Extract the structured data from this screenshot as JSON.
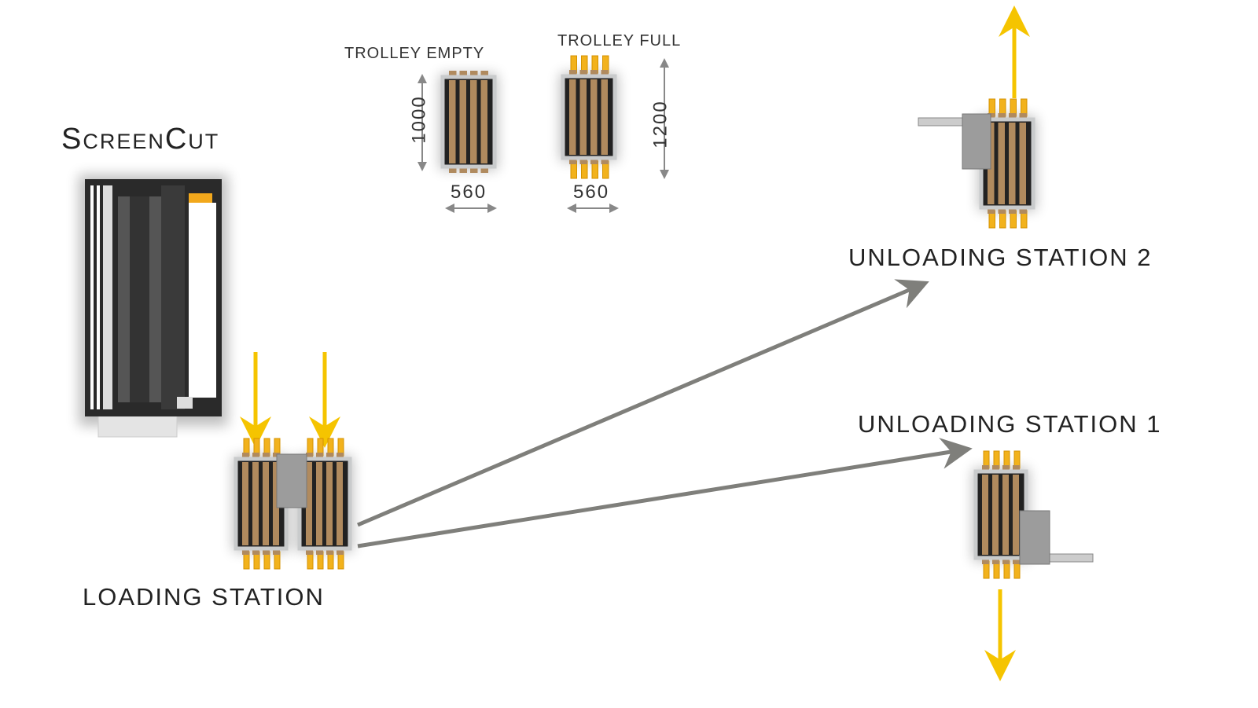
{
  "labels": {
    "machine": "ScreenCut",
    "trolley_empty": "TROLLEY EMPTY",
    "trolley_full": "TROLLEY FULL",
    "loading_station": "LOADING STATION",
    "unloading_station_1": "UNLOADING STATION 1",
    "unloading_station_2": "UNLOADING STATION 2"
  },
  "dimensions": {
    "empty_length": "1000",
    "empty_width": "560",
    "full_length": "1200",
    "full_width": "560"
  },
  "colors": {
    "flow_arrow": "#f5c400",
    "route_arrow": "#7f7f7b",
    "roller": "#b08a5e",
    "tube": "#f2b21c",
    "frame": "#c9cbcc",
    "carriage": "#9c9c9c"
  }
}
